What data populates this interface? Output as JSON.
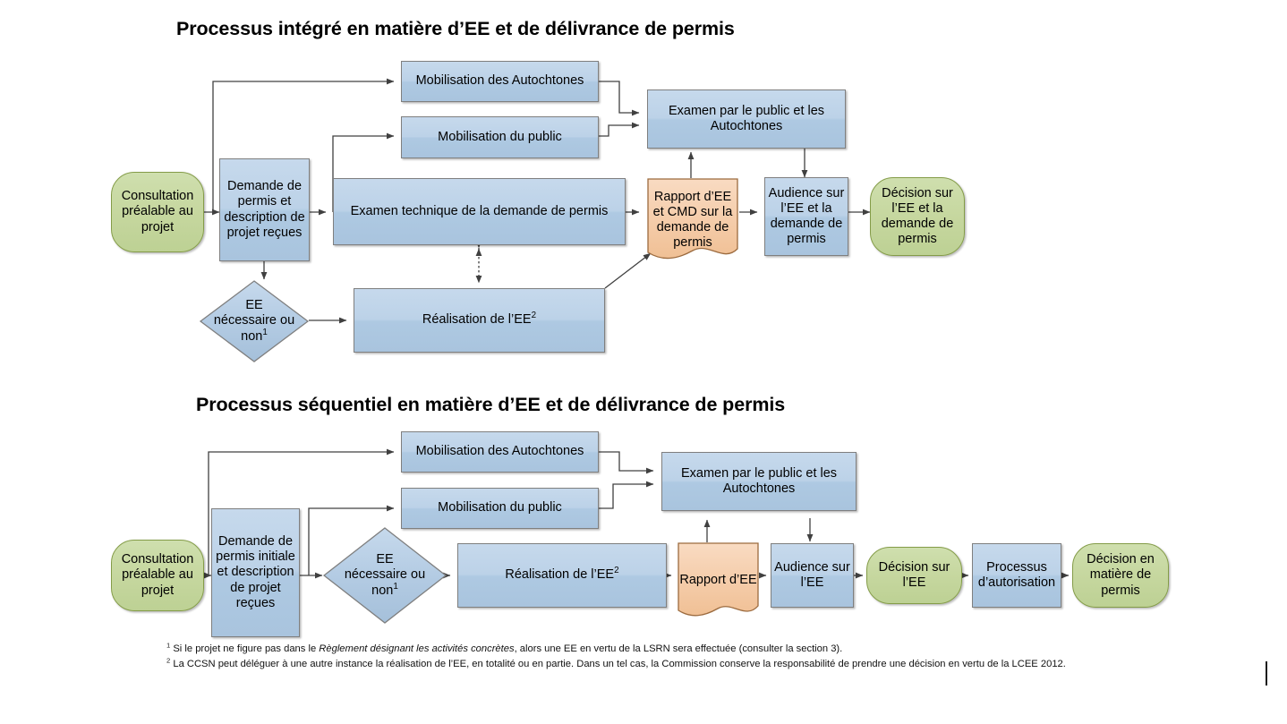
{
  "diagram1": {
    "title": "Processus intégré en matière d’EE et de délivrance de permis",
    "nodes": {
      "consultation": "Consultation préalable au projet",
      "demande": "Demande de permis et description de projet reçues",
      "mob_autochtones": "Mobilisation des Autochtones",
      "mob_public": "Mobilisation du public",
      "examen_technique": "Examen technique de la demande de permis",
      "examen_public": "Examen par le public et les Autochtones",
      "rapport": "Rapport d’EE et CMD sur la demande de permis",
      "audience": "Audience sur l’EE et la demande de permis",
      "decision": "Décision sur l’EE et la demande de permis",
      "diamond_l1": "EE",
      "diamond_l2": "nécessaire ou",
      "diamond_l3": "non",
      "diamond_sup": "1",
      "realisation_main": "Réalisation de l’EE",
      "realisation_sup": "2"
    }
  },
  "diagram2": {
    "title": "Processus séquentiel en matière d’EE et de délivrance de permis",
    "nodes": {
      "consultation": "Consultation préalable au projet",
      "demande": "Demande de permis initiale et description de projet reçues",
      "mob_autochtones": "Mobilisation des Autochtones",
      "mob_public": "Mobilisation du public",
      "examen_public": "Examen par le public et les Autochtones",
      "rapport": "Rapport d’EE",
      "audience": "Audience sur l’EE",
      "decision_ee": "Décision sur l’EE",
      "processus_autorisation": "Processus d’autorisation",
      "decision_permis": "Décision en matière de permis",
      "diamond_l1": "EE",
      "diamond_l2": "nécessaire ou",
      "diamond_l3": "non",
      "diamond_sup": "1",
      "realisation_main": "Réalisation de l’EE",
      "realisation_sup": "2"
    }
  },
  "footnotes": {
    "one_marker": "1",
    "one_a": " Si le projet ne figure pas dans le ",
    "one_italic": "Règlement désignant les activités concrètes",
    "one_b": ", alors une EE en vertu de la LSRN sera effectuée (consulter la section 3).",
    "two_marker": "2",
    "two_text": " La CCSN peut déléguer à une autre instance la réalisation de l’EE, en totalité ou en partie. Dans un tel cas, la Commission conserve la responsabilité de prendre une décision en vertu de la LCEE 2012."
  },
  "colors": {
    "process_blue": "#bcd2e8",
    "terminator_green": "#c6d79f",
    "document_orange": "#f5cdab",
    "line": "#404040",
    "text": "#000000"
  }
}
